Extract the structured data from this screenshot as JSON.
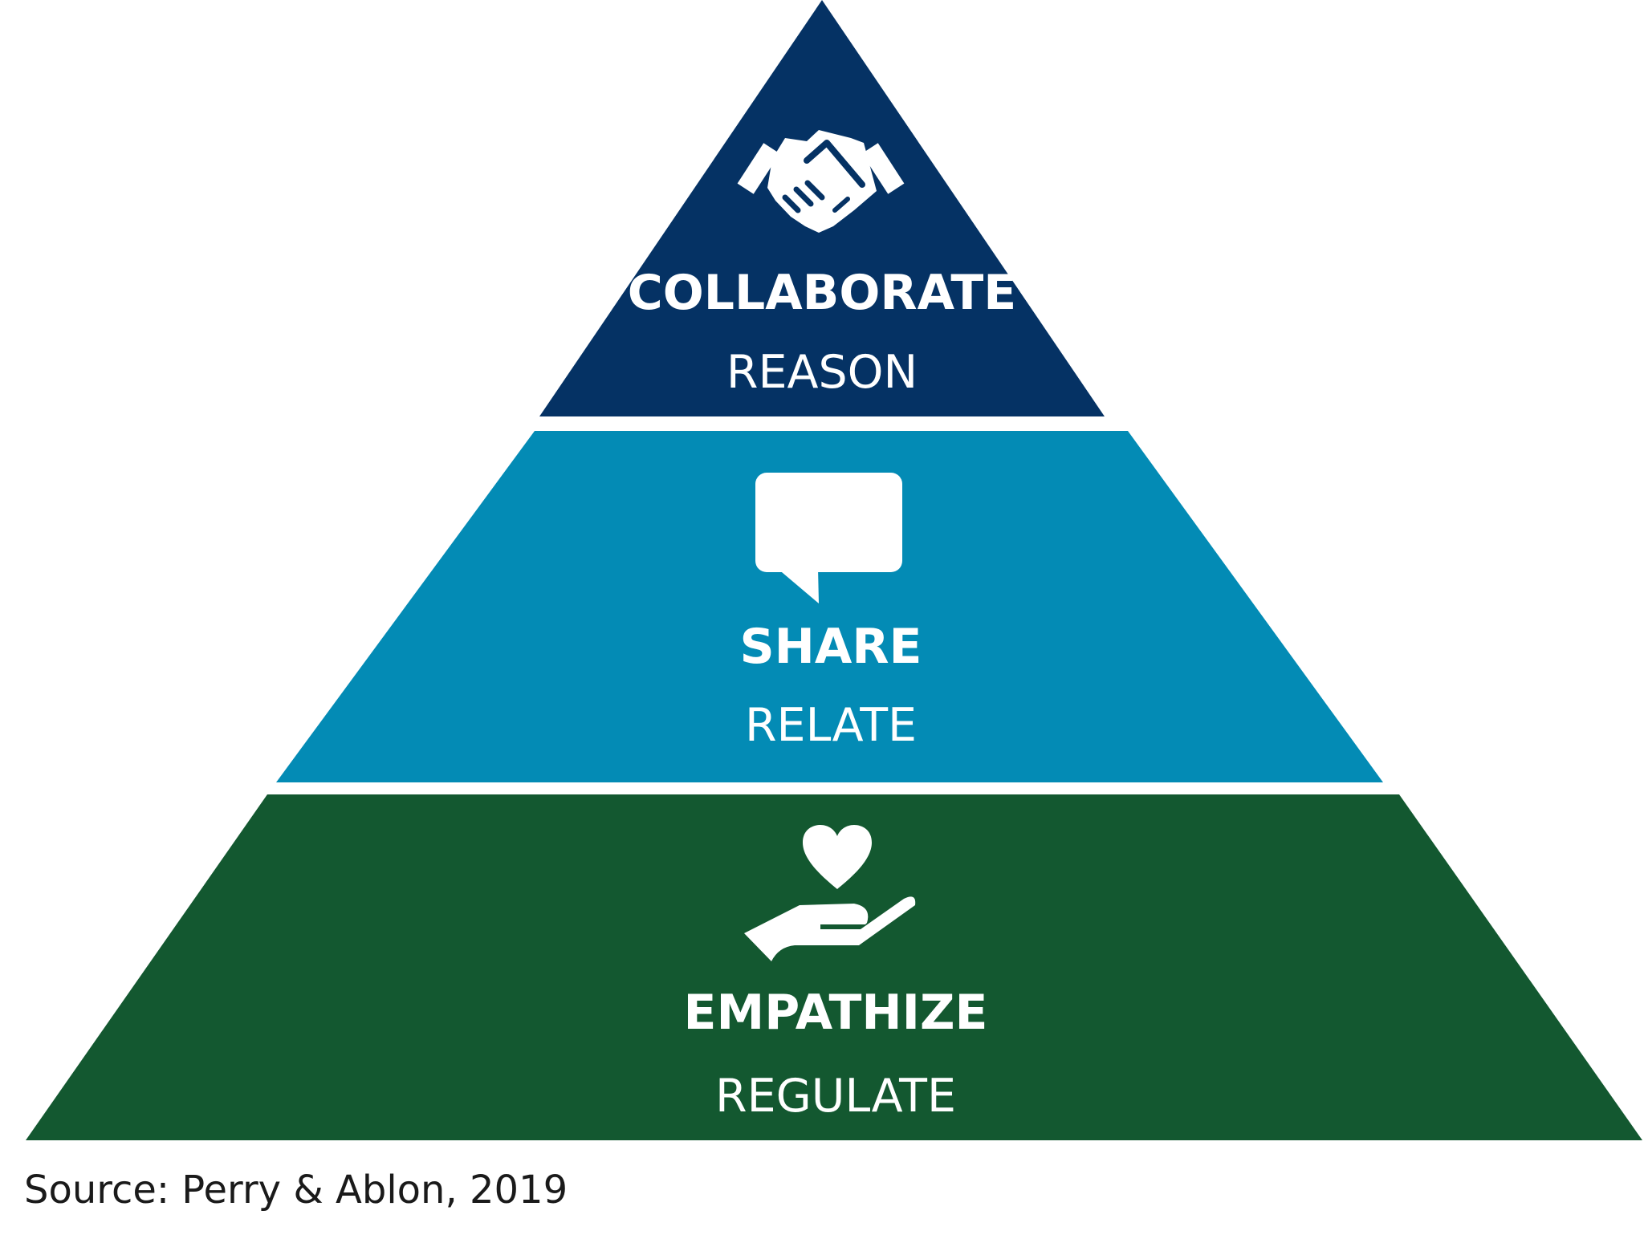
{
  "tiers": [
    {
      "main": "COLLABORATE",
      "sub": "REASON",
      "color": "#053264",
      "icon": "handshake-icon"
    },
    {
      "main": "SHARE",
      "sub": "RELATE",
      "color": "#038bb5",
      "icon": "speech-bubble-icon"
    },
    {
      "main": "EMPATHIZE",
      "sub": "REGULATE",
      "color": "#135830",
      "icon": "heart-hand-icon"
    }
  ],
  "source": "Source: Perry & Ablon, 2019"
}
